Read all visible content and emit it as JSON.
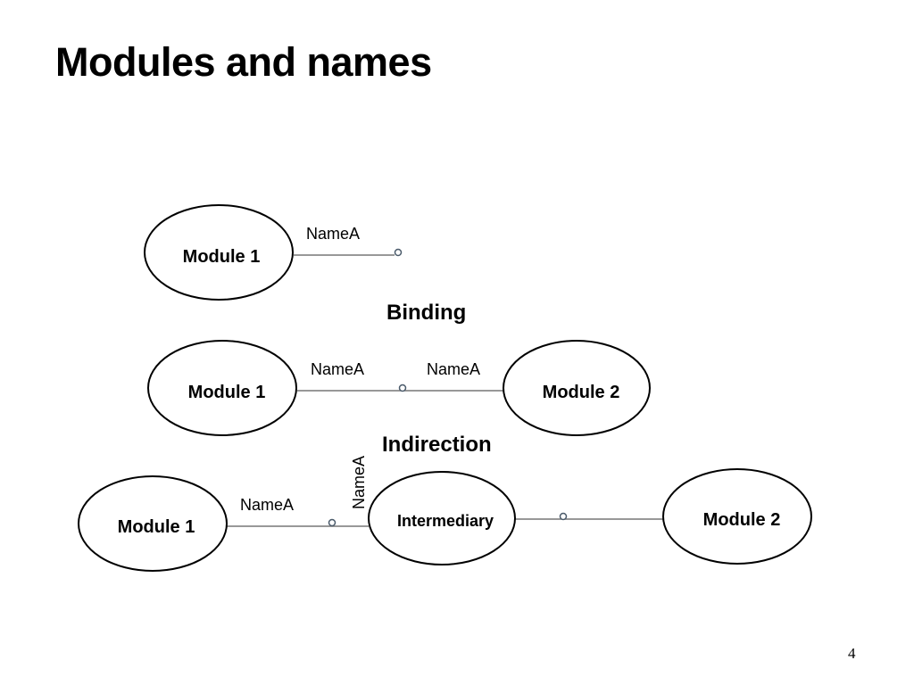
{
  "slide": {
    "title": "Modules and names",
    "page_number": "4"
  },
  "diagram": {
    "scene1": {
      "module": "Module 1",
      "name": "NameA"
    },
    "binding_label": "Binding",
    "scene2": {
      "module_left": "Module 1",
      "name_left": "NameA",
      "name_right": "NameA",
      "module_right": "Module 2"
    },
    "indirection_label": "Indirection",
    "scene3": {
      "module_left": "Module 1",
      "name_left": "NameA",
      "name_vertical": "NameA",
      "intermediary": "Intermediary",
      "module_right": "Module 2"
    }
  }
}
